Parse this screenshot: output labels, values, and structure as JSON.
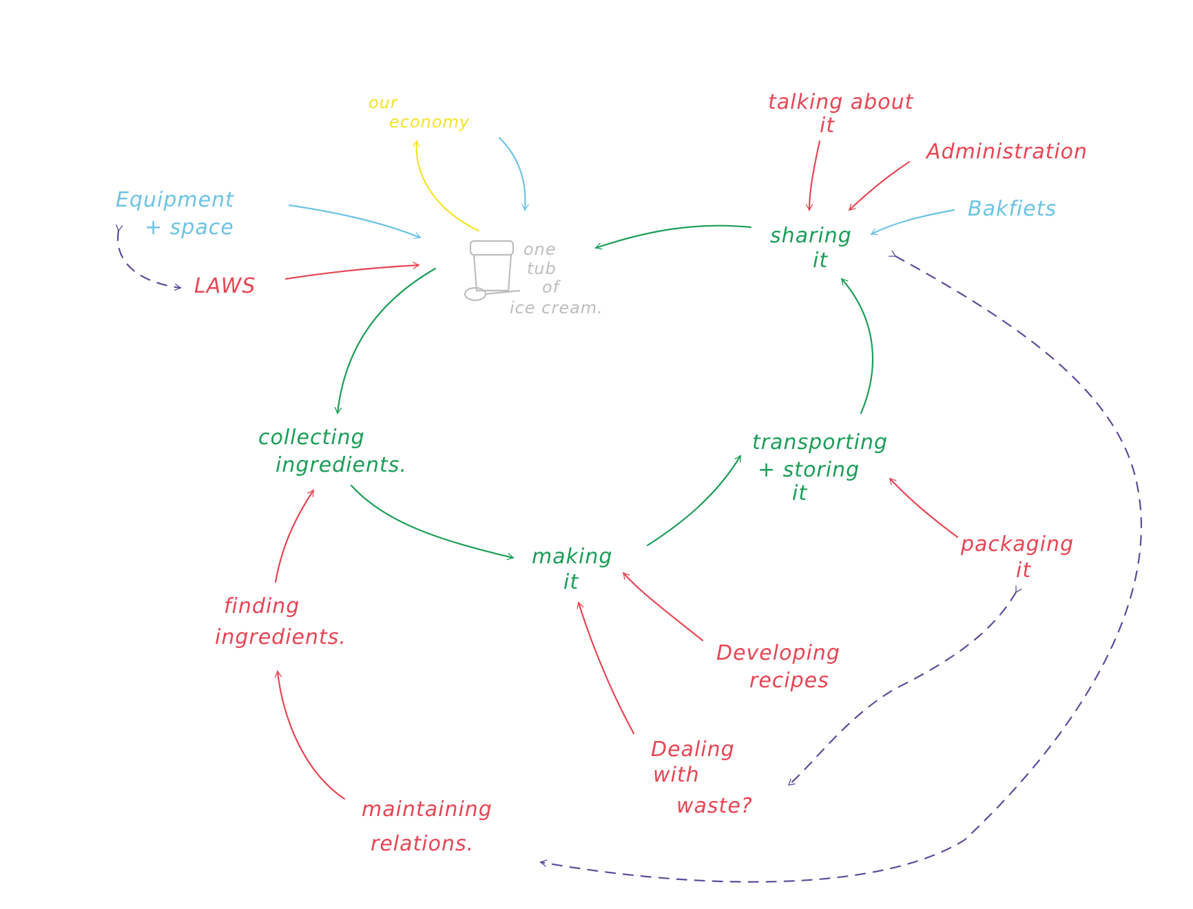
{
  "colors": {
    "green": "#1a9d57",
    "red": "#e64553",
    "blue": "#6cc3e4",
    "yellow": "#f2e325",
    "purple": "#5a4a9a",
    "grey": "#bdbdbd"
  },
  "center": {
    "icon": "ice-cream-tub-icon",
    "line1": "one",
    "line2": "tub",
    "line3": "of",
    "line4": "ice cream."
  },
  "cycle": {
    "collecting": {
      "line1": "collecting",
      "line2": "ingredients."
    },
    "making": {
      "line1": "making",
      "line2": "it"
    },
    "transporting": {
      "line1": "transporting",
      "line2": "+  storing",
      "line3": "it"
    },
    "sharing": {
      "line1": "sharing",
      "line2": "it"
    }
  },
  "influences": {
    "economy": {
      "line1": "our",
      "line2": "economy"
    },
    "equipment": {
      "line1": "Equipment",
      "line2": "+   space"
    },
    "laws": "LAWS",
    "talking": {
      "line1": "talking   about",
      "line2": "it"
    },
    "administration": "Administration",
    "bakfiets": "Bakfiets",
    "finding": {
      "line1": "finding",
      "line2": "ingredients."
    },
    "maintaining": {
      "line1": "maintaining",
      "line2": "relations."
    },
    "developing": {
      "line1": "Developing",
      "line2": "recipes"
    },
    "waste": {
      "line1": "Dealing",
      "line2": "with",
      "line3": "waste?"
    },
    "packaging": {
      "line1": "packaging",
      "line2": "it"
    }
  }
}
